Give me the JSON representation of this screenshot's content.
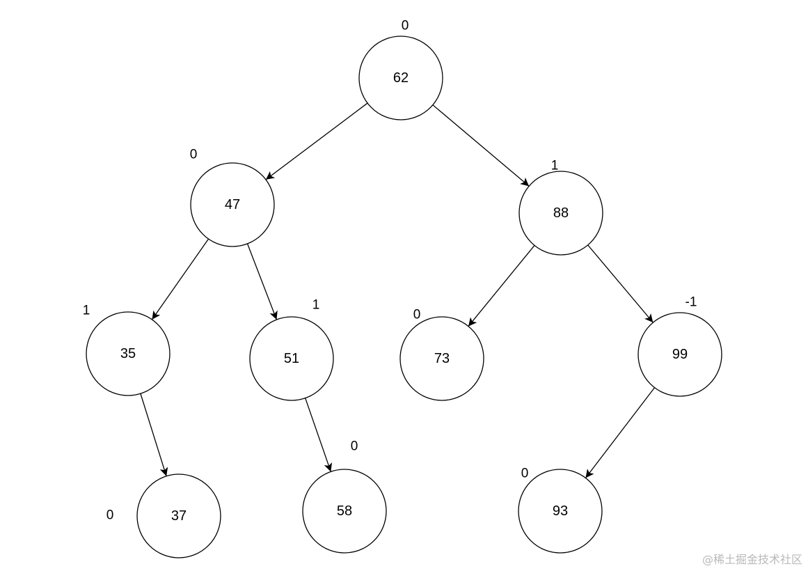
{
  "diagram": {
    "nodes": [
      {
        "id": "62",
        "value": "62",
        "balance": "0"
      },
      {
        "id": "47",
        "value": "47",
        "balance": "0"
      },
      {
        "id": "88",
        "value": "88",
        "balance": "1"
      },
      {
        "id": "35",
        "value": "35",
        "balance": "1"
      },
      {
        "id": "51",
        "value": "51",
        "balance": "1"
      },
      {
        "id": "73",
        "value": "73",
        "balance": "0"
      },
      {
        "id": "99",
        "value": "99",
        "balance": "-1"
      },
      {
        "id": "37",
        "value": "37",
        "balance": "0"
      },
      {
        "id": "58",
        "value": "58",
        "balance": "0"
      },
      {
        "id": "93",
        "value": "93",
        "balance": "0"
      }
    ],
    "edges": [
      {
        "from": "62",
        "to": "47"
      },
      {
        "from": "62",
        "to": "88"
      },
      {
        "from": "47",
        "to": "35"
      },
      {
        "from": "47",
        "to": "51"
      },
      {
        "from": "88",
        "to": "73"
      },
      {
        "from": "88",
        "to": "99"
      },
      {
        "from": "35",
        "to": "37"
      },
      {
        "from": "51",
        "to": "58"
      },
      {
        "from": "99",
        "to": "93"
      }
    ]
  },
  "watermark": "@稀土掘金技术社区"
}
